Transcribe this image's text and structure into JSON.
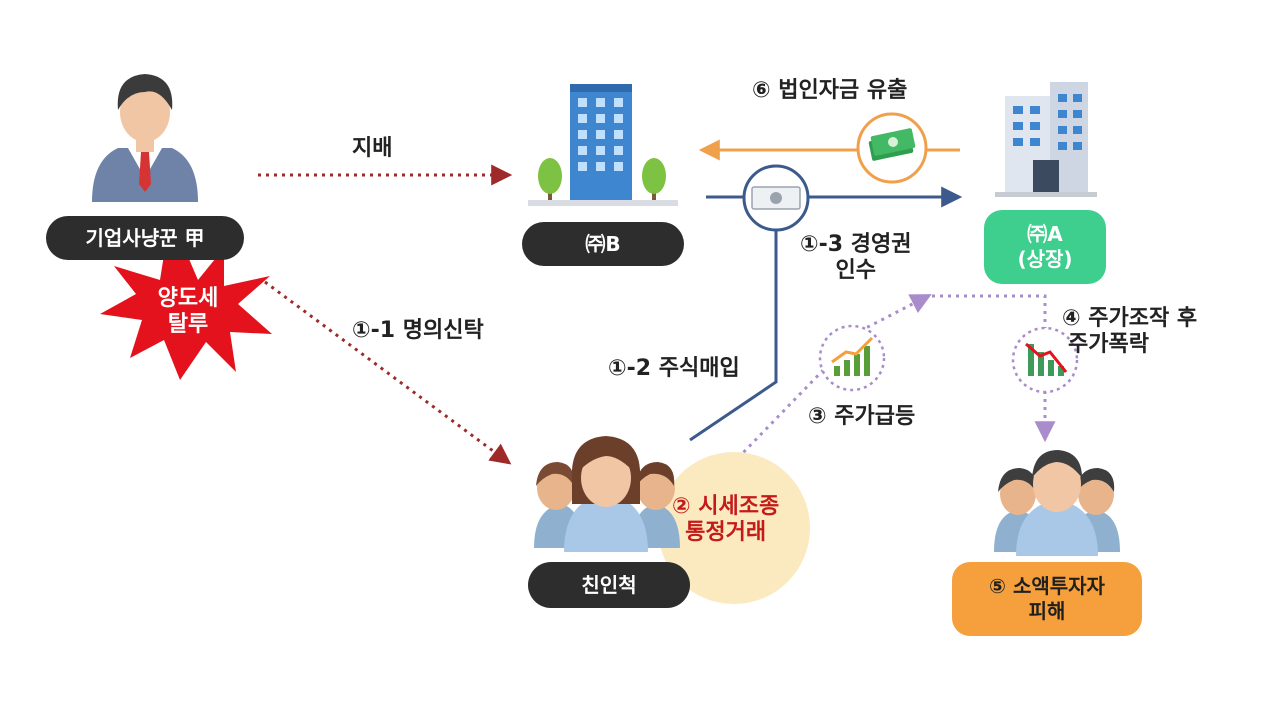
{
  "nodes": {
    "schemer": "기업사냥꾼 甲",
    "company_b": "㈜B",
    "company_a": "㈜A",
    "company_a_sub": "(상장)",
    "relatives": "친인척",
    "investors_line1": "⑤ 소액투자자",
    "investors_line2": "피해"
  },
  "burst": {
    "line1": "양도세",
    "line2": "탈루"
  },
  "labels": {
    "control": "지배",
    "nominee": "①-1 명의신탁",
    "stock_purchase": "①-2 주식매입",
    "takeover_line1": "①-3 경영권",
    "takeover_line2": "인수",
    "manipulation_line1": "② 시세조종",
    "manipulation_line2": "통정거래",
    "price_surge": "③ 주가급등",
    "crash_line1": "④ 주가조작 후",
    "crash_line2": "주가폭락",
    "outflow": "⑥ 법인자금 유출"
  },
  "colors": {
    "dark_pill": "#2d2d2d",
    "green_pill": "#3ecf8e",
    "orange_pill": "#f5a03c",
    "burst_red": "#e3121c",
    "dotted_red": "#9e2a2a",
    "navy_line": "#3c5a8c",
    "orange_line": "#f0a04b",
    "purple_dotted": "#a98ccc",
    "cream_circle": "#fbe9bf"
  },
  "icons": [
    "businessman-icon",
    "office-building-b-icon",
    "office-building-a-icon",
    "money-icon",
    "banknote-icon",
    "chart-up-icon",
    "chart-down-icon",
    "relatives-group-icon",
    "investors-group-icon",
    "explosion-burst-icon"
  ]
}
